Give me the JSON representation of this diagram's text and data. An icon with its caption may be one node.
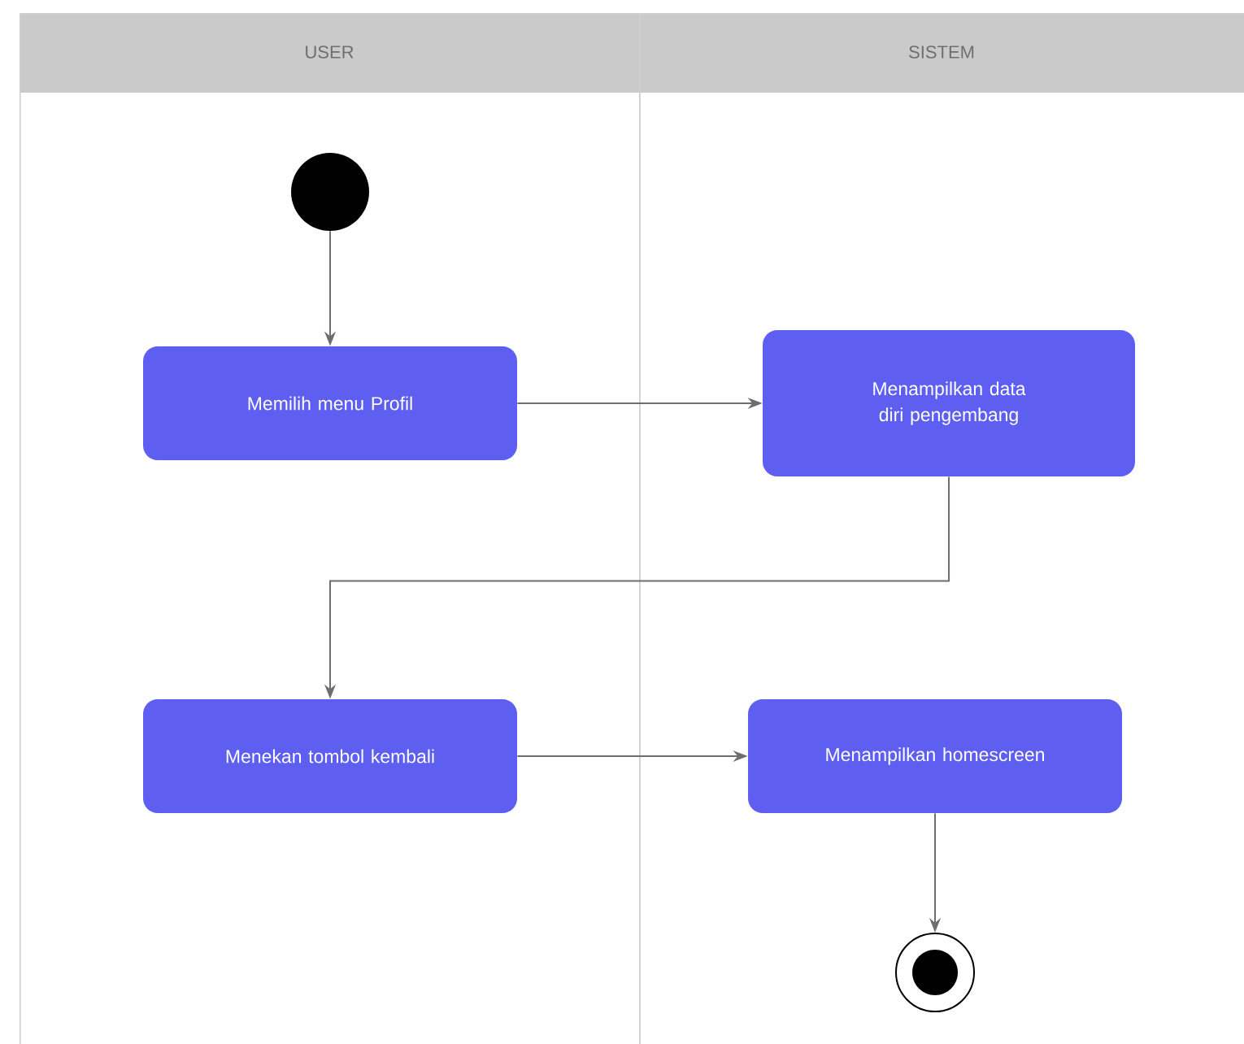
{
  "diagram": {
    "nodes": [
      {
        "text": [
          "USER"
        ]
      },
      {
        "text": [
          "SISTEM"
        ]
      },
      {
        "text": [],
        "shape": "circle",
        "in": 0
      },
      {
        "text": [
          "Memilih menu Profil"
        ],
        "in": 0
      },
      {
        "text": [
          "Menampilkan data diri pengembang"
        ],
        "in": 1
      },
      {
        "text": [
          "Menekan tombol kembali"
        ],
        "in": 0
      },
      {
        "text": [
          "Menampilkan homescreen"
        ],
        "in": 1
      },
      {
        "text": [],
        "shape": "circle",
        "in": 1
      }
    ],
    "edges": [
      {
        "from": 2,
        "to": 3,
        "arrow": "to"
      },
      {
        "from": 3,
        "to": 4,
        "arrow": "to"
      },
      {
        "from": 4,
        "to": 5,
        "arrow": "to"
      },
      {
        "from": 5,
        "to": 6,
        "arrow": "to"
      },
      {
        "from": 6,
        "to": 7,
        "arrow": "to"
      }
    ]
  }
}
